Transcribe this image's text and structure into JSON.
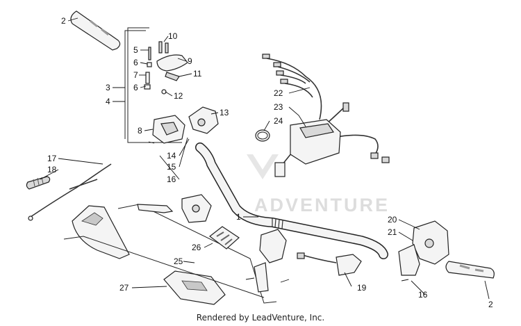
{
  "callouts": [
    "1",
    "2",
    "2",
    "3",
    "4",
    "5",
    "6",
    "6",
    "7",
    "8",
    "9",
    "10",
    "11",
    "12",
    "13",
    "14",
    "15",
    "16",
    "16",
    "17",
    "18",
    "19",
    "20",
    "21",
    "22",
    "23",
    "24",
    "25",
    "26",
    "27"
  ],
  "watermark": "ADVENTURE",
  "credit": "Rendered by LeadVenture, Inc.",
  "colors": {
    "ink": "#111111",
    "watermark": "#dddddd",
    "part_fill": "#f4f4f4"
  }
}
